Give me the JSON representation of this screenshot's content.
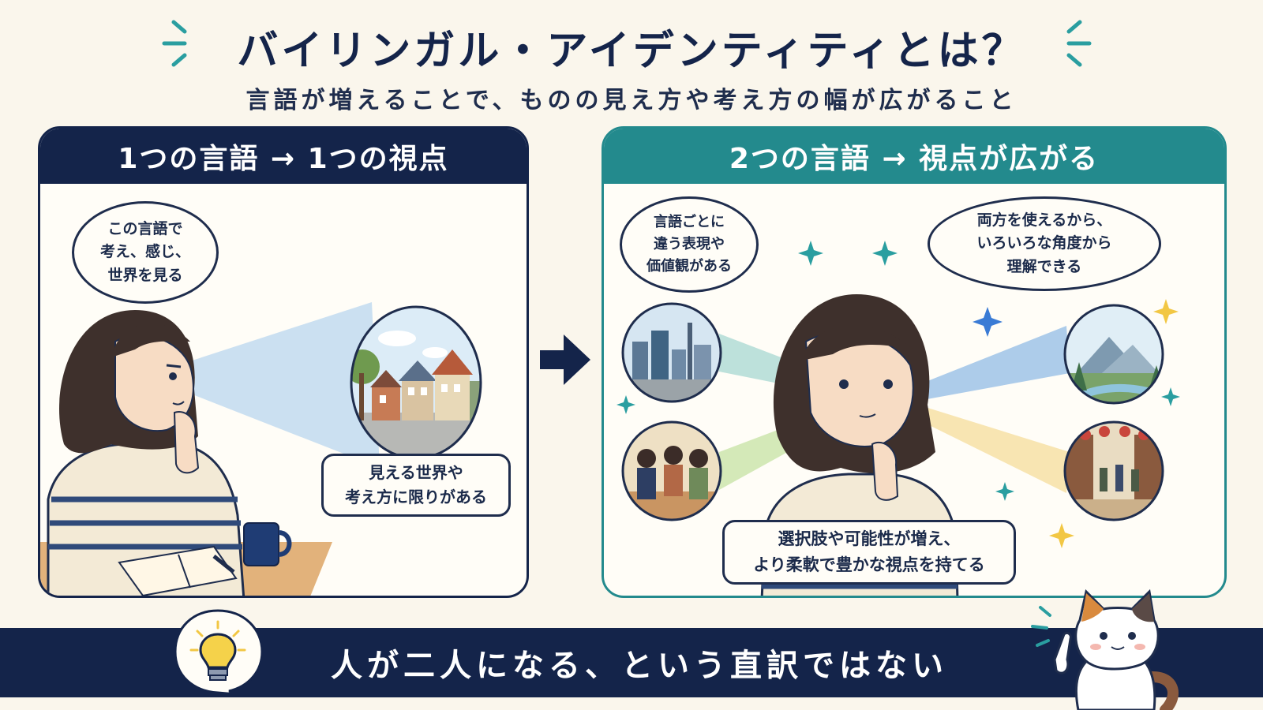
{
  "header": {
    "title": "バイリンガル・アイデンティティとは？",
    "subtitle": "言語が増えることで、ものの見え方や考え方の幅が広がること"
  },
  "left_panel": {
    "heading": "1つの言語 → 1つの視点",
    "bubble_lines": [
      "この言語で",
      "考え、感じ、",
      "世界を見る"
    ],
    "note_lines": [
      "見える世界や",
      "考え方に限りがある"
    ]
  },
  "right_panel": {
    "heading": "2つの言語 → 視点が広がる",
    "bubble_left_lines": [
      "言語ごとに",
      "違う表現や",
      "価値観がある"
    ],
    "bubble_right_lines": [
      "両方を使えるから、",
      "いろいろな角度から",
      "理解できる"
    ],
    "note_lines": [
      "選択肢や可能性が増え、",
      "より柔軟で豊かな視点を持てる"
    ]
  },
  "bottom": {
    "message": "人が二人になる、という直訳ではない"
  },
  "icons": [
    "lightbulb-icon",
    "arrow-right-icon",
    "sparkle-icon",
    "cat-mascot"
  ],
  "colors": {
    "navy": "#14244a",
    "teal": "#238a8d",
    "background": "#faf6ec",
    "accent_yellow": "#f2c744"
  }
}
